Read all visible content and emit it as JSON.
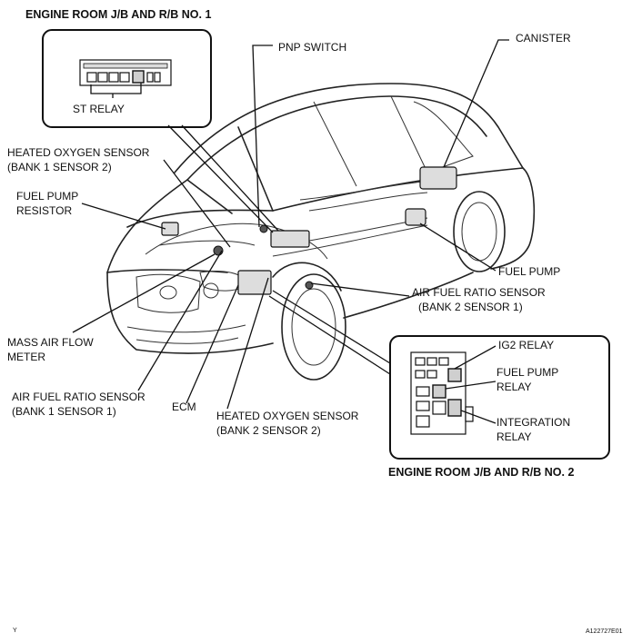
{
  "titles": {
    "jb1": "ENGINE ROOM J/B AND R/B NO. 1",
    "jb2": "ENGINE ROOM J/B AND R/B NO. 2"
  },
  "labels": {
    "st_relay": "ST RELAY",
    "pnp_switch": "PNP SWITCH",
    "canister": "CANISTER",
    "heated_o2_b1s2_line1": "HEATED OXYGEN SENSOR",
    "heated_o2_b1s2_line2": "(BANK 1 SENSOR 2)",
    "fuel_pump_resistor_line1": "FUEL PUMP",
    "fuel_pump_resistor_line2": "RESISTOR",
    "fuel_pump": "FUEL PUMP",
    "afr_b2s1_line1": "AIR FUEL RATIO SENSOR",
    "afr_b2s1_line2": "(BANK 2 SENSOR 1)",
    "mass_air_flow_line1": "MASS AIR FLOW",
    "mass_air_flow_line2": "METER",
    "afr_b1s1_line1": "AIR FUEL RATIO SENSOR",
    "afr_b1s1_line2": "(BANK 1 SENSOR 1)",
    "ecm": "ECM",
    "heated_o2_b2s2_line1": "HEATED OXYGEN SENSOR",
    "heated_o2_b2s2_line2": "(BANK 2 SENSOR 2)",
    "ig2_relay": "IG2 RELAY",
    "fuel_pump_relay_line1": "FUEL PUMP",
    "fuel_pump_relay_line2": "RELAY",
    "integration_relay_line1": "INTEGRATION",
    "integration_relay_line2": "RELAY"
  },
  "footer": {
    "left": "Y",
    "right": "A122727E01"
  }
}
